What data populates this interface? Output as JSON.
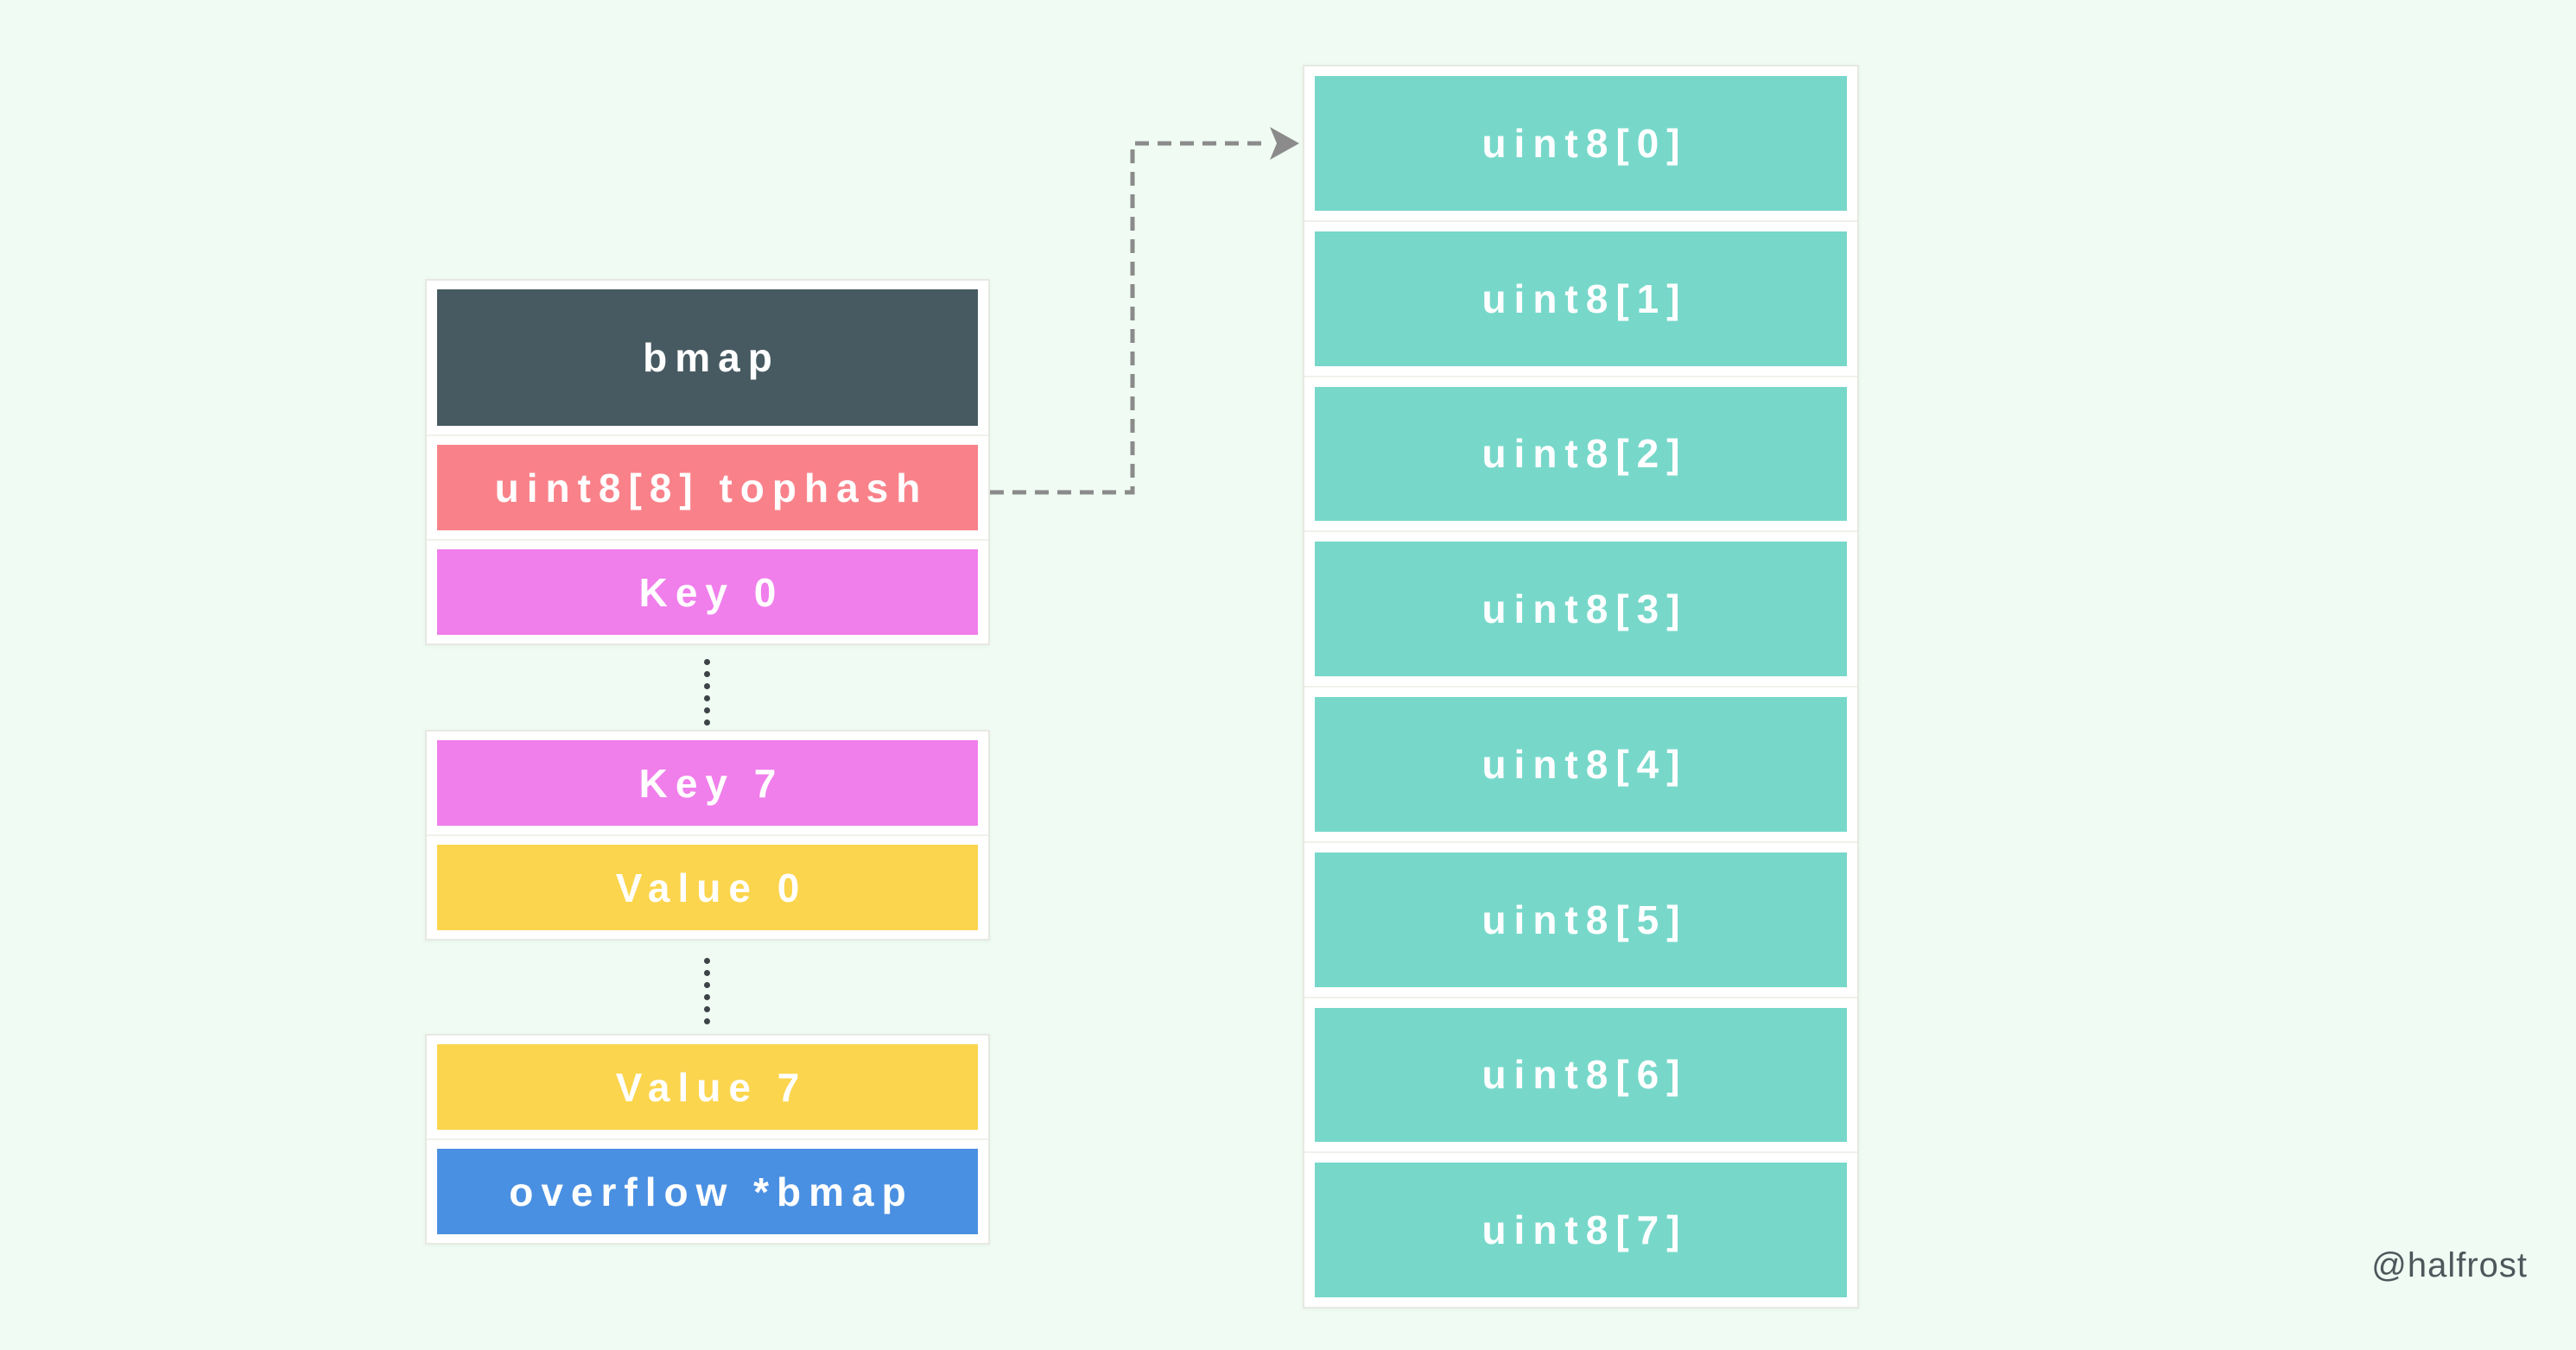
{
  "page": {
    "background": "#EFFBF3",
    "watermark": "@halfrost"
  },
  "left_struct": {
    "groups": [
      {
        "fields": [
          {
            "label": "bmap",
            "color": "#475A62",
            "size": "tall"
          },
          {
            "label": "uint8[8] tophash",
            "color": "#F9828A",
            "size": "normal"
          },
          {
            "label": "Key 0",
            "color": "#F07EEB",
            "size": "normal"
          }
        ]
      },
      {
        "fields": [
          {
            "label": "Key 7",
            "color": "#F07EEB",
            "size": "normal"
          },
          {
            "label": "Value 0",
            "color": "#FBD54D",
            "size": "normal"
          }
        ]
      },
      {
        "fields": [
          {
            "label": "Value 7",
            "color": "#FBD54D",
            "size": "normal"
          },
          {
            "label": "overflow *bmap",
            "color": "#4A90E2",
            "size": "normal"
          }
        ]
      }
    ]
  },
  "right_array": {
    "color": "#77D8CA",
    "items": [
      "uint8[0]",
      "uint8[1]",
      "uint8[2]",
      "uint8[3]",
      "uint8[4]",
      "uint8[5]",
      "uint8[6]",
      "uint8[7]"
    ]
  },
  "connector": {
    "color": "#8B8B8B",
    "style": "dashed-arrow"
  },
  "ellipsis": {
    "dot_count": 6,
    "color": "#3E4347"
  }
}
